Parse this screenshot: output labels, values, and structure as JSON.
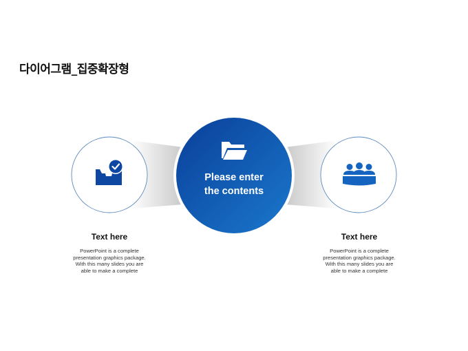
{
  "title": "다이어그램_집중확장형",
  "center": {
    "lines": [
      "Please enter",
      "the contents"
    ],
    "icon": "folder-open-icon"
  },
  "left": {
    "icon": "inbox-check-icon",
    "title": "Text here",
    "body": [
      "PowerPoint is a complete",
      "presentation graphics package.",
      "With this many slides you are",
      "able to make a complete"
    ]
  },
  "right": {
    "icon": "people-group-icon",
    "title": "Text here",
    "body": [
      "PowerPoint is a complete",
      "presentation graphics package.",
      "With this many slides you are",
      "able to make a complete"
    ]
  },
  "colors": {
    "primary_dark": "#0d47a1",
    "primary_light": "#1976d2",
    "icon_left": "#0d47a1",
    "icon_right": "#1565c0",
    "outline": "#5a88c0"
  }
}
